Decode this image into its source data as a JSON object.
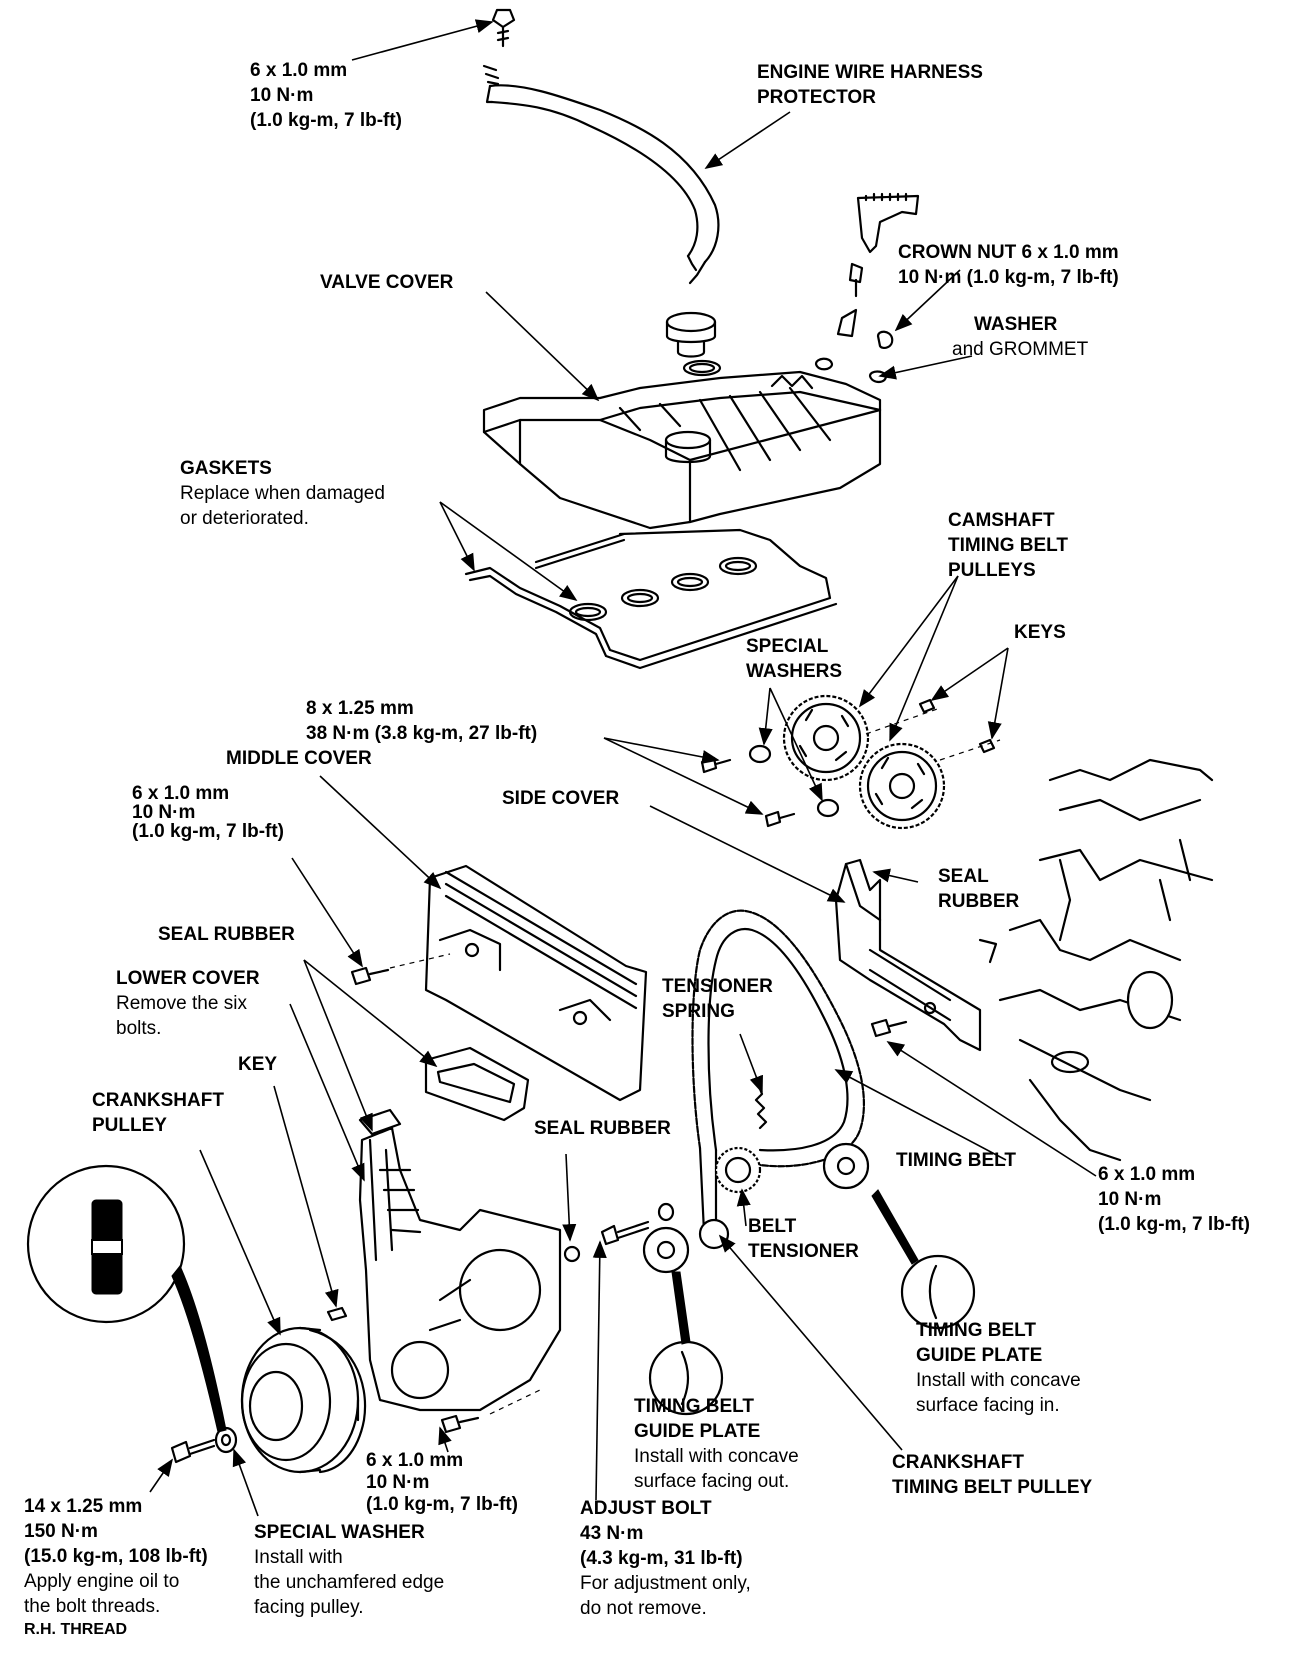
{
  "labels": {
    "bolt_top": [
      "6 x 1.0 mm",
      "10 N·m",
      "(1.0 kg-m, 7 lb-ft)"
    ],
    "harness": [
      "ENGINE WIRE HARNESS",
      "PROTECTOR"
    ],
    "crown_nut": [
      "CROWN NUT 6 x 1.0 mm",
      "10 N·m (1.0 kg-m, 7 lb-ft)"
    ],
    "valve_cover": "VALVE COVER",
    "washer_grommet": [
      "WASHER",
      "and GROMMET"
    ],
    "gaskets": {
      "title": "GASKETS",
      "note": [
        "Replace when damaged",
        "or deteriorated."
      ]
    },
    "cam_pulleys": [
      "CAMSHAFT",
      "TIMING BELT",
      "PULLEYS"
    ],
    "keys": "KEYS",
    "special_washers": [
      "SPECIAL",
      "WASHERS"
    ],
    "bolt_cam": [
      "8 x 1.25 mm",
      "38 N·m (3.8 kg-m, 27 lb-ft)"
    ],
    "middle_cover": "MIDDLE COVER",
    "bolt_left": [
      "6 x 1.0 mm",
      "10 N·m",
      "(1.0 kg-m, 7 lb-ft)"
    ],
    "side_cover": "SIDE COVER",
    "seal_rubber_right": [
      "SEAL",
      "RUBBER"
    ],
    "seal_rubber_left": "SEAL RUBBER",
    "lower_cover": {
      "title": "LOWER COVER",
      "note": [
        "Remove the six",
        "bolts."
      ]
    },
    "tensioner_spring": [
      "TENSIONER",
      "SPRING"
    ],
    "key": "KEY",
    "crank_pulley": [
      "CRANKSHAFT",
      "PULLEY"
    ],
    "seal_rubber_mid": "SEAL RUBBER",
    "timing_belt": "TIMING BELT",
    "bolt_right": [
      "6 x 1.0 mm",
      "10 N·m",
      "(1.0 kg-m, 7 lb-ft)"
    ],
    "belt_tensioner": [
      "BELT",
      "TENSIONER"
    ],
    "guide_plate_in": {
      "title": [
        "TIMING BELT",
        "GUIDE PLATE"
      ],
      "note": [
        "Install with concave",
        "surface facing in."
      ]
    },
    "guide_plate_out": {
      "title": [
        "TIMING BELT",
        "GUIDE PLATE"
      ],
      "note": [
        "Install with concave",
        "surface facing out."
      ]
    },
    "crank_timing_pulley": [
      "CRANKSHAFT",
      "TIMING BELT PULLEY"
    ],
    "bolt_bottom": [
      "6 x 1.0 mm",
      "10 N·m",
      "(1.0 kg-m, 7 lb-ft)"
    ],
    "crank_bolt": {
      "title": [
        "14 x 1.25 mm",
        "150 N·m",
        "(15.0 kg-m, 108 lb-ft)"
      ],
      "note": [
        "Apply engine oil to",
        "the bolt threads."
      ],
      "thread": "R.H. THREAD"
    },
    "special_washer": {
      "title": "SPECIAL WASHER",
      "note": [
        "Install with",
        "the unchamfered edge",
        "facing pulley."
      ]
    },
    "adjust_bolt": {
      "title": [
        "ADJUST BOLT",
        "43 N·m",
        "(4.3 kg-m, 31 lb-ft)"
      ],
      "note": [
        "For adjustment only,",
        "do not remove."
      ]
    }
  },
  "colors": {
    "ink": "#000000",
    "paper": "#ffffff"
  }
}
